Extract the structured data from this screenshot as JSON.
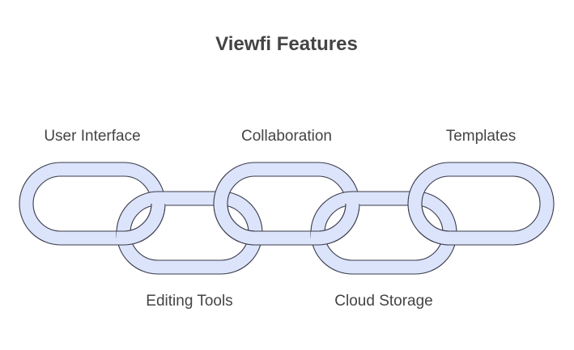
{
  "title": "Viewfi Features",
  "features": [
    {
      "label": "User Interface",
      "row": "top"
    },
    {
      "label": "Editing Tools",
      "row": "bottom"
    },
    {
      "label": "Collaboration",
      "row": "top"
    },
    {
      "label": "Cloud Storage",
      "row": "bottom"
    },
    {
      "label": "Templates",
      "row": "top"
    }
  ],
  "colors": {
    "link_fill": "#dbe4fb",
    "link_stroke": "#3a3a4a",
    "text": "#444444",
    "background": "#ffffff"
  }
}
